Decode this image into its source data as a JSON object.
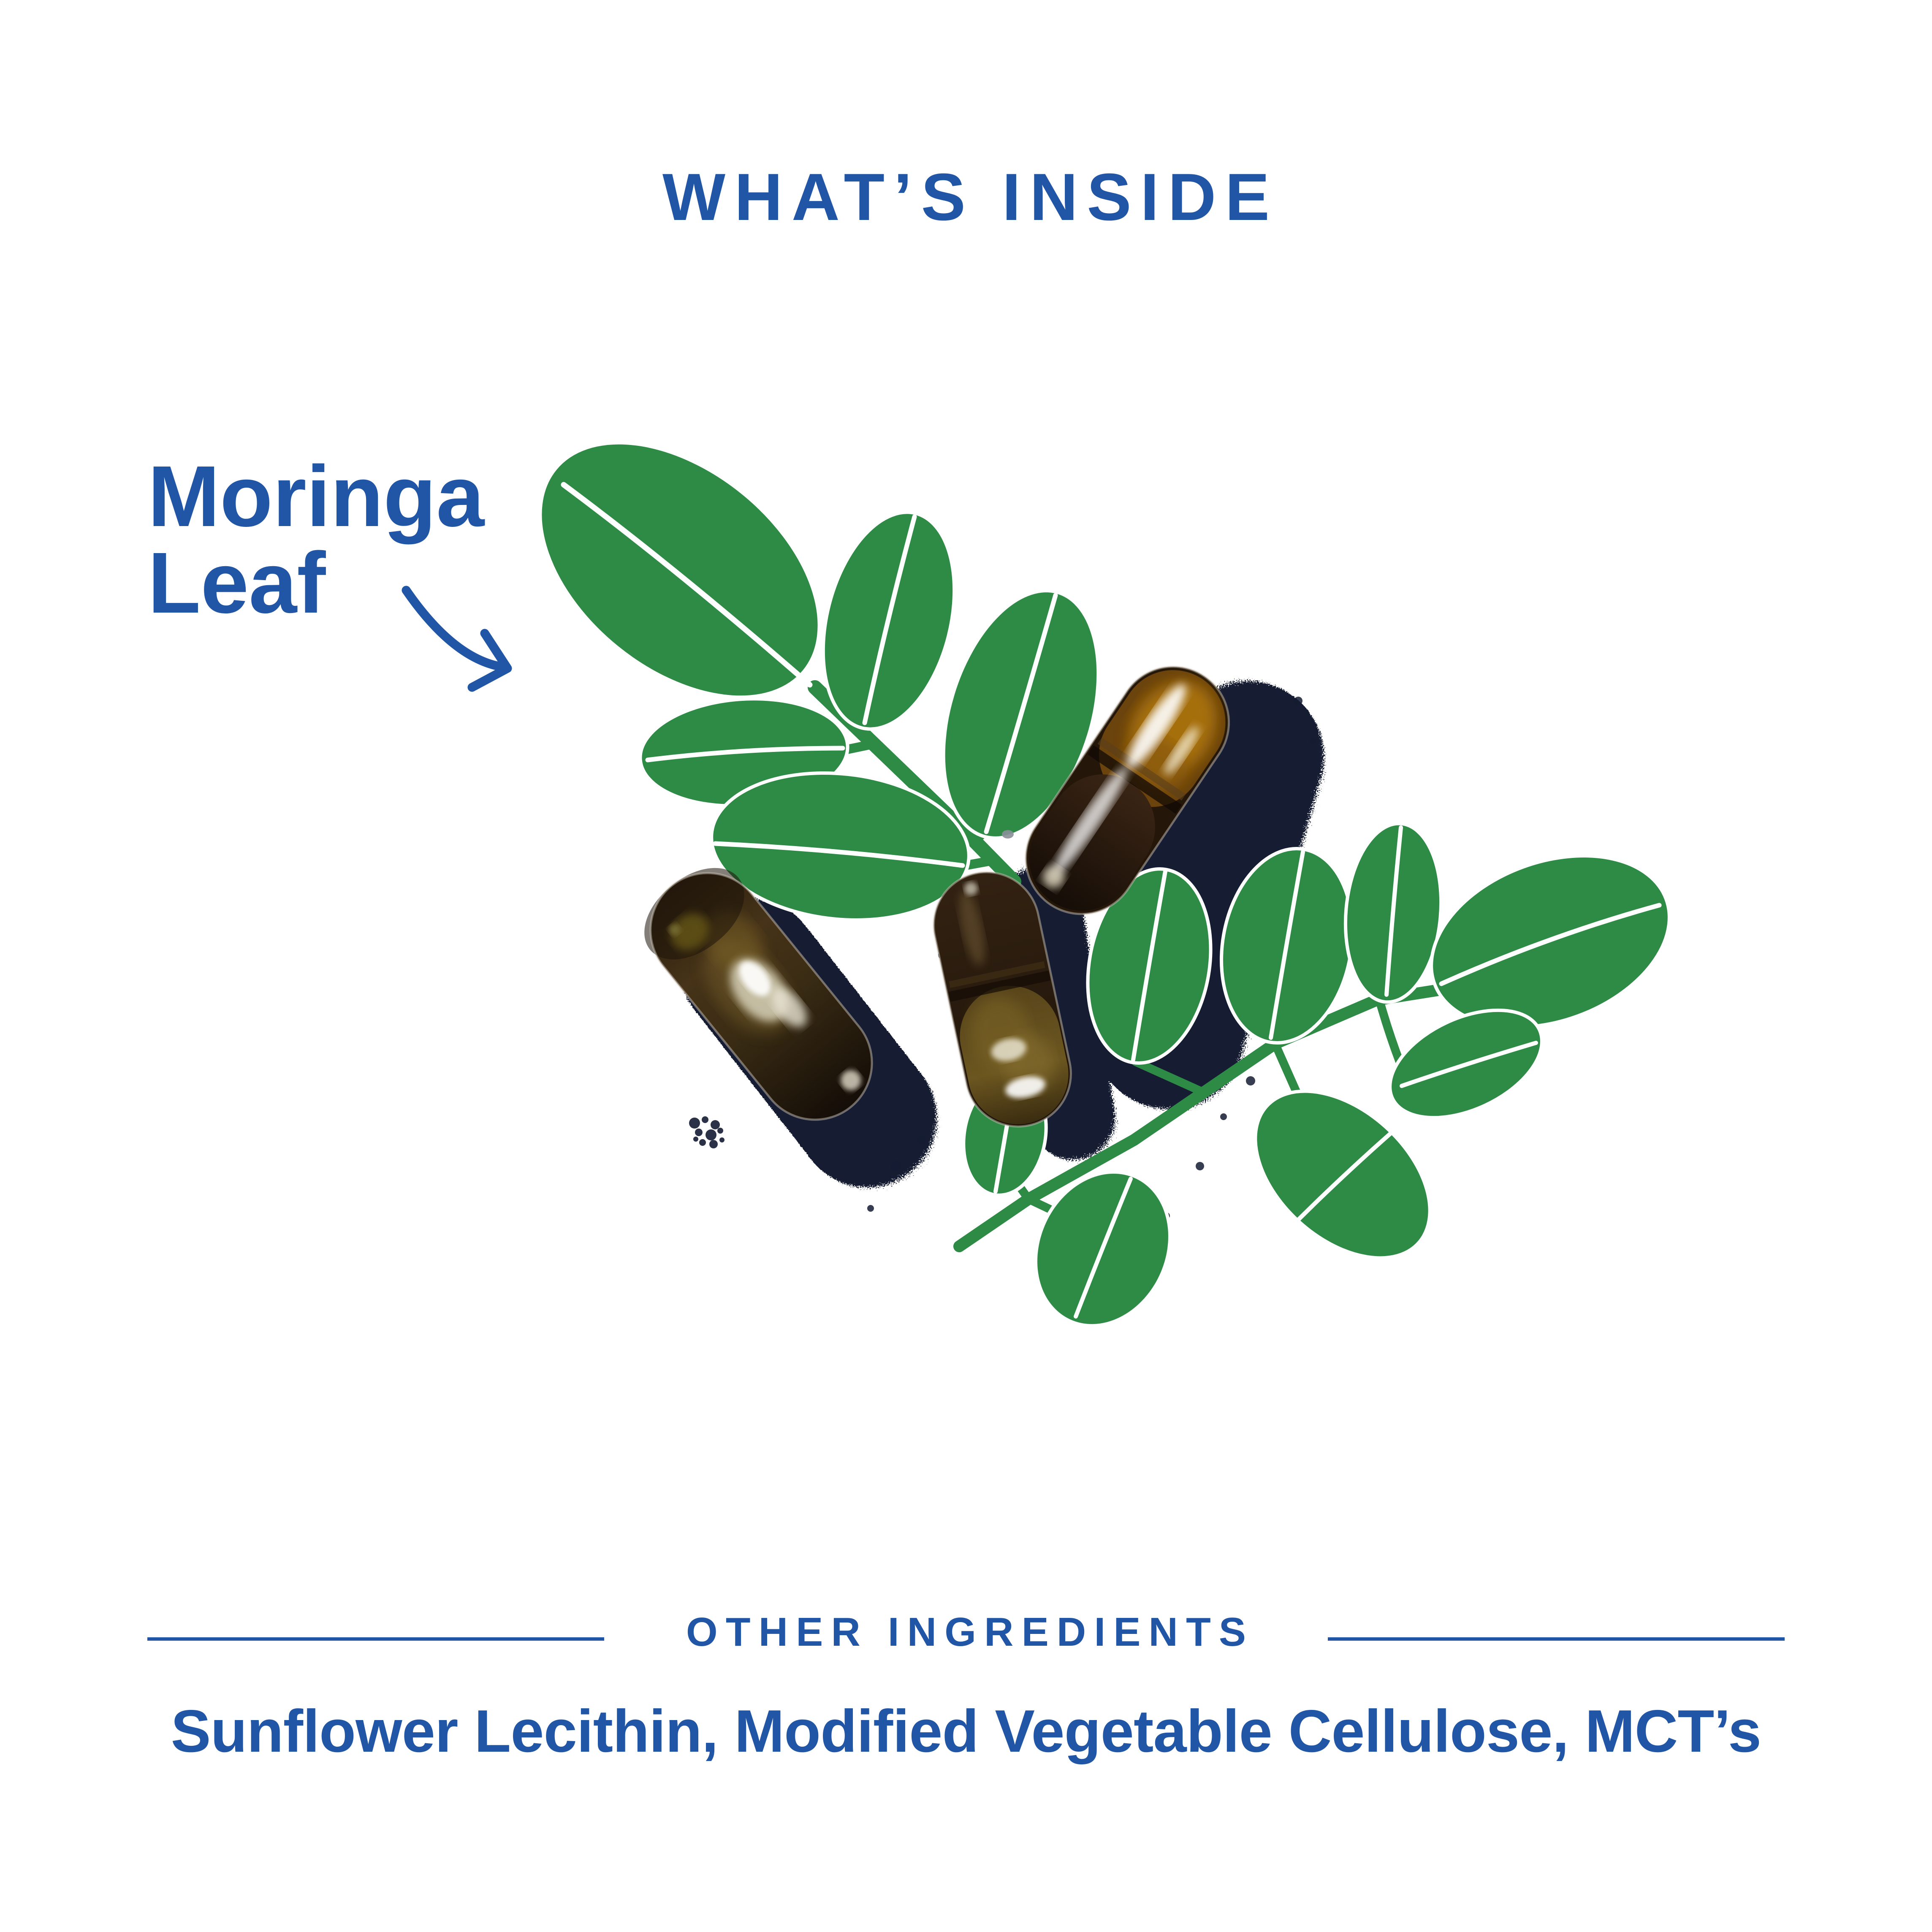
{
  "colors": {
    "blue": "#2156a6",
    "green": "#2e8b46",
    "navy": "#141c33",
    "background": "#ffffff"
  },
  "header": {
    "title": "WHAT’S INSIDE"
  },
  "callout": {
    "label_line1": "Moringa",
    "label_line2": "Leaf"
  },
  "illustration": {
    "capsule_count": 3,
    "icons": [
      "moringa-leaf-sprig",
      "supplement-capsule",
      "curved-arrow"
    ]
  },
  "footer": {
    "heading": "OTHER INGREDIENTS",
    "ingredients": "Sunflower Lecithin, Modified Vegetable Cellulose, MCT’s"
  }
}
